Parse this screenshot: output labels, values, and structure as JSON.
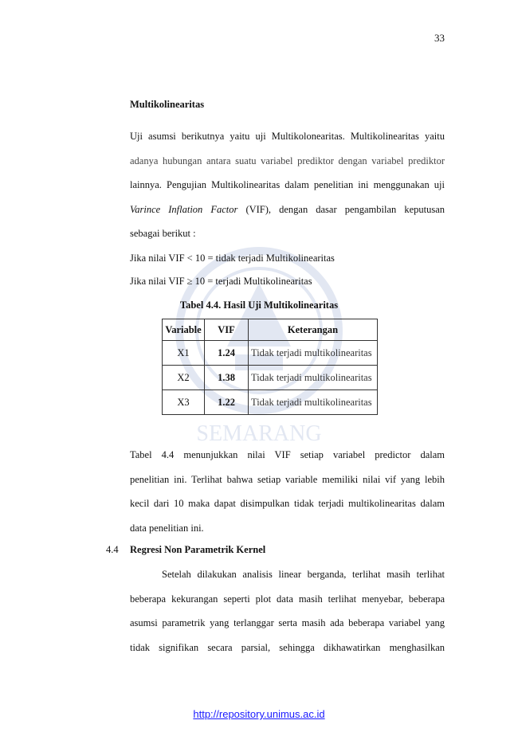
{
  "page_number": "33",
  "heading": "Multikolinearitas",
  "intro_lines": [
    "Uji asumsi berikutnya yaitu uji Multikolonearitas. Multikolinearitas  yaitu",
    "adanya hubungan antara suatu variabel prediktor dengan variabel prediktor",
    "lainnya. Pengujian Multikolinearitas dalam penelitian ini menggunakan uji",
    "(VIF), dengan dasar pengambilan keputusan",
    "sebagai berikut :"
  ],
  "vif_term": "Varince Inflation Factor",
  "condition_1": "Jika nilai VIF < 10 = tidak terjadi Multikolinearitas",
  "condition_2": "Jika nilai VIF ≥ 10 = terjadi Multikolinearitas",
  "table": {
    "caption": "Tabel 4.4. Hasil Uji Multikolinearitas",
    "headers": [
      "Variable",
      "VIF",
      "Keterangan"
    ],
    "rows": [
      {
        "variable": "X1",
        "vif": "1.24",
        "keterangan": "Tidak terjadi multikolinearitas"
      },
      {
        "variable": "X2",
        "vif": "1.38",
        "keterangan": "Tidak terjadi multikolinearitas"
      },
      {
        "variable": "X3",
        "vif": "1.22",
        "keterangan": "Tidak terjadi multikolinearitas"
      }
    ]
  },
  "explanation_lines": [
    "Tabel 4.4 menunjukkan nilai VIF setiap variabel predictor dalam",
    "penelitian ini. Terlihat bahwa setiap variable memiliki nilai vif yang lebih",
    "kecil dari 10 maka dapat disimpulkan tidak terjadi multikolinearitas dalam",
    "data penelitian ini."
  ],
  "section": {
    "number": "4.4",
    "title": "Regresi Non Parametrik Kernel",
    "lines": [
      "Setelah dilakukan analisis linear berganda, terlihat masih terlihat",
      "beberapa kekurangan seperti plot data masih terlihat menyebar, beberapa",
      "asumsi parametrik yang terlanggar serta masih ada beberapa variabel yang",
      "tidak signifikan secara parsial, sehingga dikhawatirkan menghasilkan"
    ]
  },
  "watermark_text": "SEMARANG",
  "footer_url": "http://repository.unimus.ac.id",
  "colors": {
    "link": "#1a1aff",
    "watermark": "#2a4f9e"
  }
}
